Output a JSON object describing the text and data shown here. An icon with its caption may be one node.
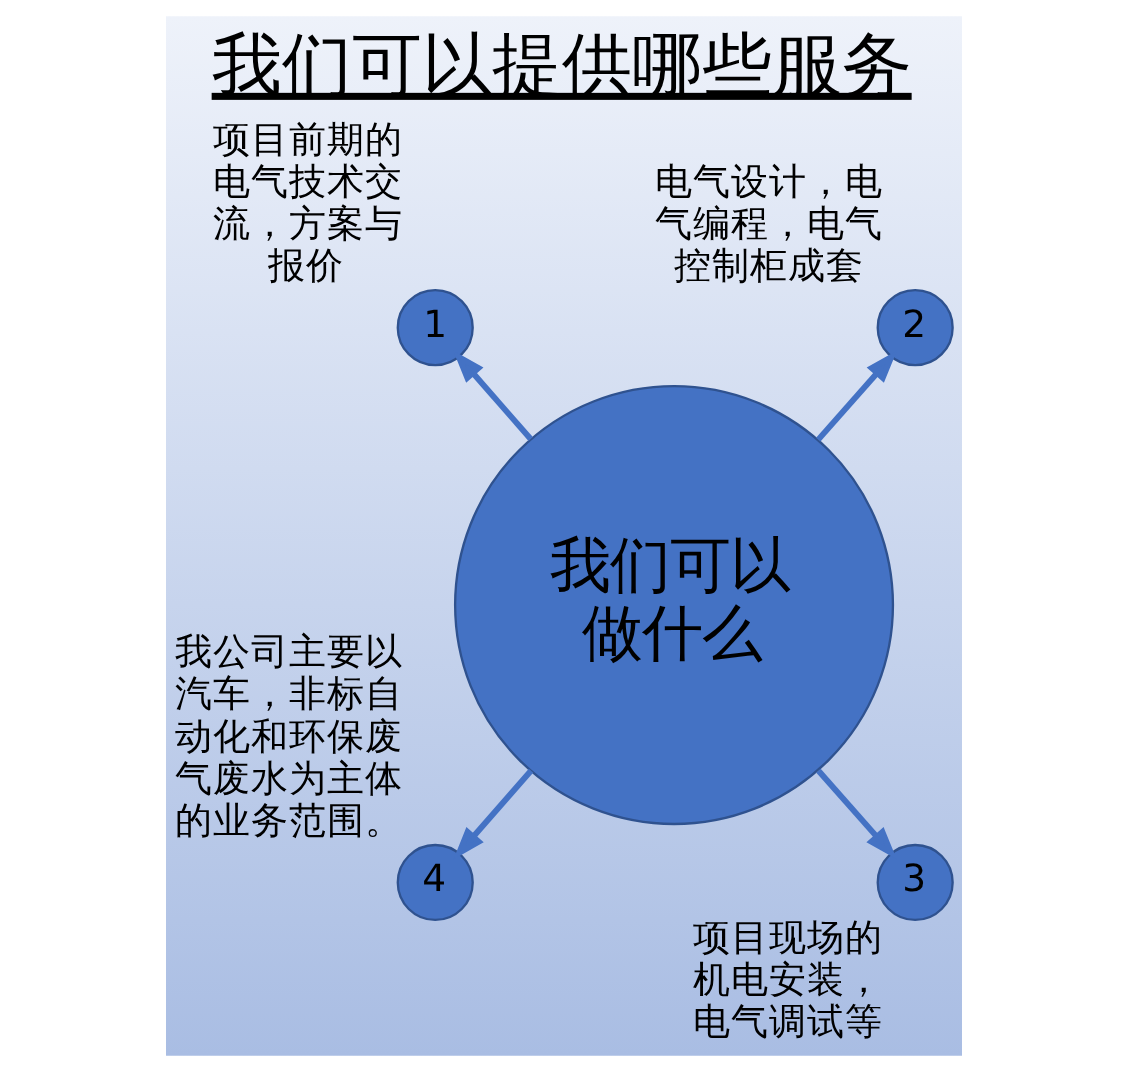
{
  "diagram": {
    "title": "我们可以提供哪些服务",
    "nodes": [
      {
        "text": [
          "我们可以做什么"
        ]
      },
      {
        "text": [
          "1"
        ],
        "beside": [
          "项目前期的电气技术交流，方案与报价"
        ]
      },
      {
        "text": [
          "2"
        ],
        "beside": [
          "电气设计，电气编程，电气控制柜成套"
        ]
      },
      {
        "text": [
          "3"
        ],
        "beside": [
          "项目现场的机电安装，电气调试等"
        ]
      },
      {
        "text": [
          "4"
        ],
        "beside": [
          "我公司主要以汽车，非标自动化和环保废气废水为主体的业务范围。"
        ]
      }
    ],
    "edges": [
      {
        "from": 0,
        "to": 1,
        "arrow": "to"
      },
      {
        "from": 0,
        "to": 2,
        "arrow": "to"
      },
      {
        "from": 0,
        "to": 3,
        "arrow": "to"
      },
      {
        "from": 0,
        "to": 4,
        "arrow": "to"
      }
    ]
  }
}
